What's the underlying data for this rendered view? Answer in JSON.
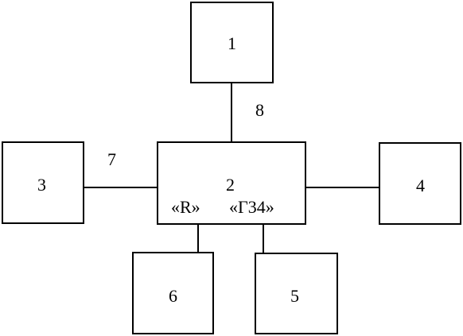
{
  "diagram": {
    "blocks": {
      "b1": {
        "label": "1"
      },
      "b2": {
        "label": "2",
        "port_left": "«R»",
        "port_right": "«Г34»"
      },
      "b3": {
        "label": "3"
      },
      "b4": {
        "label": "4"
      },
      "b5": {
        "label": "5"
      },
      "b6": {
        "label": "6"
      }
    },
    "connections": {
      "c7": {
        "label": "7"
      },
      "c8": {
        "label": "8"
      }
    },
    "line_color": "#000000",
    "background": "#ffffff"
  }
}
